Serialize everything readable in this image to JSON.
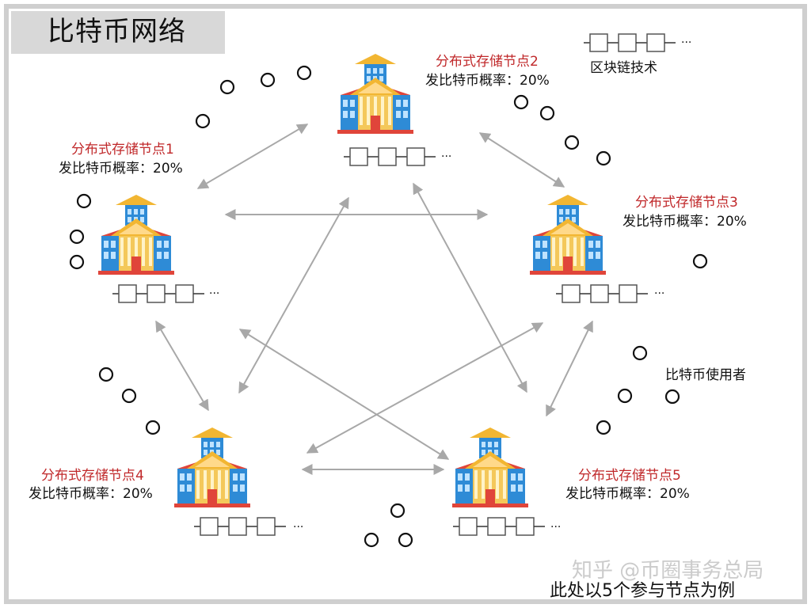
{
  "title": "比特币网络",
  "nodes": [
    {
      "name": "分布式存储节点1",
      "prob": "发比特币概率：20%"
    },
    {
      "name": "分布式存储节点2",
      "prob": "发比特币概率：20%"
    },
    {
      "name": "分布式存储节点3",
      "prob": "发比特币概率：20%"
    },
    {
      "name": "分布式存储节点4",
      "prob": "发比特币概率：20%"
    },
    {
      "name": "分布式存储节点5",
      "prob": "发比特币概率：20%"
    }
  ],
  "legend": {
    "blockchain_label": "区块链技术",
    "users_label": "比特币使用者",
    "ellipsis": "..."
  },
  "caption": "此处以5个参与节点为例",
  "watermark": "知乎 @币圈事务总局",
  "colors": {
    "title_bg": "#d8d8d8",
    "node_name": "#c0282a",
    "arrow": "#a8a8a8",
    "building_blue": "#2e8bd6",
    "building_gold": "#f2b632",
    "building_red": "#e0453a"
  }
}
